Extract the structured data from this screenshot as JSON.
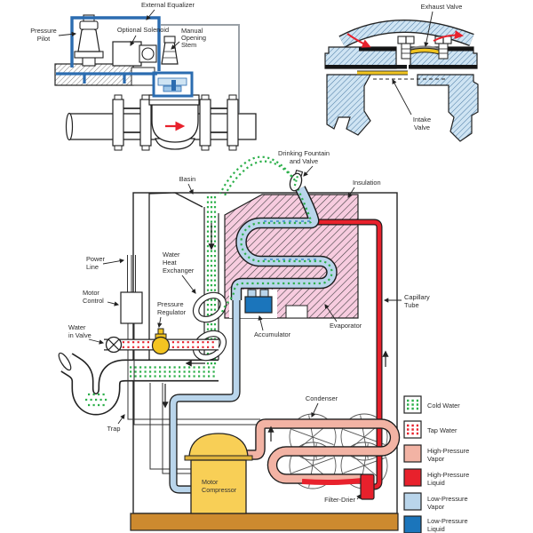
{
  "colors": {
    "cold_water_green": "#2db04b",
    "tap_water_red": "#e8212c",
    "high_pressure_vapor_pink": "#f2b3a4",
    "high_pressure_liquid_red": "#e8212c",
    "low_pressure_vapor_blue": "#b9d5eb",
    "low_pressure_liquid_blue": "#1b75bb",
    "insulation_pink": "#f7ccdf",
    "compressor_yellow": "#f8cf56",
    "base_brown": "#cd8a2f",
    "pilot_line_blue": "#2b6cb0",
    "metal_blue": "#cfe4f3"
  },
  "top_left_diagram": {
    "labels": {
      "external_equalizer": "External Equalizer",
      "pressure_pilot": [
        "Pressure",
        "Pilot"
      ],
      "optional_solenoid": "Optional Solenoid",
      "manual_opening_stem": [
        "Manual",
        "Opening",
        "Stem"
      ]
    }
  },
  "top_right_diagram": {
    "labels": {
      "exhaust_valve": "Exhaust Valve",
      "intake_valve": [
        "Intake",
        "Valve"
      ]
    }
  },
  "main_diagram": {
    "labels": {
      "basin": "Basin",
      "drinking_fountain": [
        "Drinking Fountain",
        "and Valve"
      ],
      "insulation": "Insulation",
      "power_line": [
        "Power",
        "Line"
      ],
      "motor_control": [
        "Motor",
        "Control"
      ],
      "water_heat_exchanger": [
        "Water",
        "Heat",
        "Exchanger"
      ],
      "pressure_regulator": [
        "Pressure",
        "Regulator"
      ],
      "water_in_valve": [
        "Water",
        "in Valve"
      ],
      "accumulator": "Accumulator",
      "evaporator": "Evaporator",
      "capillary_tube": [
        "Capillary",
        "Tube"
      ],
      "trap": "Trap",
      "condenser": "Condenser",
      "motor_compressor": [
        "Motor",
        "Compressor"
      ],
      "filter_drier": "Filter-Drier"
    }
  },
  "legend": {
    "items": [
      {
        "label": [
          "Cold Water"
        ],
        "style": "dots",
        "color": "#2db04b"
      },
      {
        "label": [
          "Tap Water"
        ],
        "style": "dots",
        "color": "#e8212c"
      },
      {
        "label": [
          "High-Pressure",
          "Vapor"
        ],
        "style": "solid",
        "color": "#f2b3a4"
      },
      {
        "label": [
          "High-Pressure",
          "Liquid"
        ],
        "style": "solid",
        "color": "#e8212c"
      },
      {
        "label": [
          "Low-Pressure",
          "Vapor"
        ],
        "style": "solid",
        "color": "#b9d5eb"
      },
      {
        "label": [
          "Low-Pressure",
          "Liquid"
        ],
        "style": "solid",
        "color": "#1b75bb"
      }
    ]
  }
}
